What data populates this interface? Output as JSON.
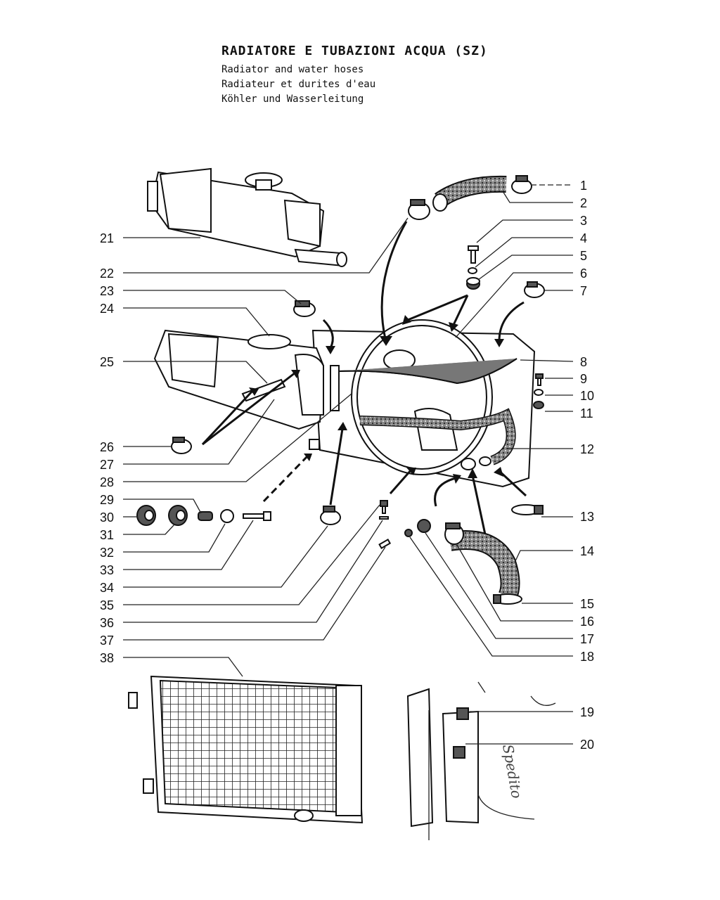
{
  "title": {
    "main": "RADIATORE E TUBAZIONI ACQUA (SZ)",
    "en": "Radiator and water hoses",
    "fr": "Radiateur et durites d'eau",
    "de": "Köhler und Wasserleitung"
  },
  "callouts_left": [
    "21",
    "22",
    "23",
    "24",
    "25",
    "26",
    "27",
    "28",
    "29",
    "30",
    "31",
    "32",
    "33",
    "34",
    "35",
    "36",
    "37",
    "38"
  ],
  "callouts_right": [
    "1",
    "2",
    "3",
    "4",
    "5",
    "6",
    "7",
    "8",
    "9",
    "10",
    "11",
    "12",
    "13",
    "14",
    "15",
    "16",
    "17",
    "18",
    "19",
    "20"
  ],
  "inset_text": "Spedito"
}
